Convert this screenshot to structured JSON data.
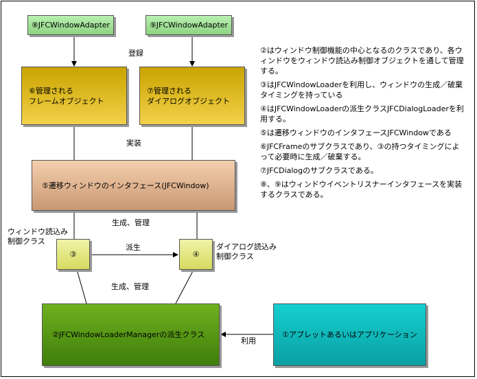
{
  "boxes": {
    "adapter8": "⑧JFCWindowAdapter",
    "adapter9": "⑨JFCWindowAdapter",
    "frame_object": "⑥管理される\nフレームオブジェクト",
    "dialog_object": "⑦管理される\nダイアログオブジェクト",
    "transition_interface": "⑤遷移ウィンドウのインタフェース(JFCWindow)",
    "loader3": "③",
    "loader4": "④",
    "manager": "②JFCWindowLoaderManagerの派生クラス",
    "application": "①アプレットあるいはアプリケーション"
  },
  "edge_labels": {
    "register": "登録",
    "implement": "実装",
    "generate_manage_top": "生成、管理",
    "derive": "派生",
    "generate_manage_bottom": "生成、管理",
    "use": "利用"
  },
  "side_labels": {
    "window_loader": "ウィンドウ読込み\n制御クラス",
    "dialog_loader": "ダイアログ読込み\n制御クラス"
  },
  "notes": [
    "②はウィンドウ制御機能の中心となるのクラスであり、各ウィンドウをウィンドウ読込み制御オブジェクトを通して管理する。",
    "③はJFCWindowLoaderを利用し、ウィンドウの生成／破棄タイミングを持っている",
    "④はJFCWindowLoaderの派生クラスJFCDialogLoaderを利用する。",
    "⑤は遷移ウィンドウのインタフェースJFCWindowである",
    "⑥JFCFrameのサブクラスであり、③の持つタイミングによって必要時に生成／破棄する。",
    "⑦JFCDialogのサブクラスである。",
    "⑧、⑨はウィンドウイベントリスナーインタフェースを実装するクラスである。"
  ]
}
